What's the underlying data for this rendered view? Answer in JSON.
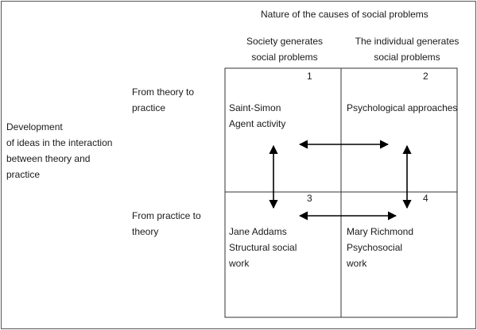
{
  "header": {
    "title": "Nature of the causes of social problems",
    "col1": [
      "Society generates",
      "social problems"
    ],
    "col2": [
      "The individual generates",
      "social problems"
    ]
  },
  "rows": {
    "row1": [
      "From theory to",
      "practice"
    ],
    "row2": [
      "From practice to",
      "theory"
    ]
  },
  "left_label": [
    "Development",
    "of ideas in the interaction",
    "between theory and",
    "practice"
  ],
  "cells": {
    "c1": {
      "num": "1",
      "lines": [
        "Saint-Simon",
        "Agent activity"
      ]
    },
    "c2": {
      "num": "2",
      "lines": [
        "Psychological approaches"
      ]
    },
    "c3": {
      "num": "3",
      "lines": [
        "Jane Addams",
        "Structural social",
        "work"
      ]
    },
    "c4": {
      "num": "4",
      "lines": [
        "Mary Richmond",
        "Psychosocial",
        "work"
      ]
    }
  }
}
